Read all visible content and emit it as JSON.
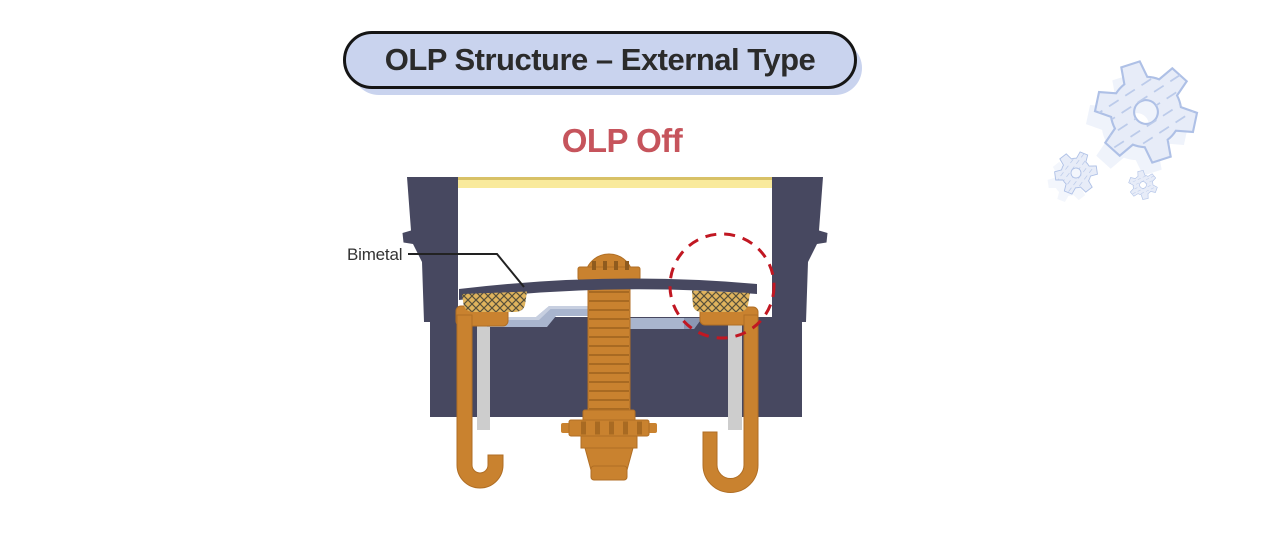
{
  "header": {
    "title": "OLP Structure – External Type"
  },
  "diagram": {
    "state_label": "OLP Off",
    "labels": {
      "bimetal": "Bimetal"
    }
  },
  "icons": {
    "decoration": "gear-icon"
  },
  "colors": {
    "housing_navy": "#474860",
    "terminal_orange": "#C9822F",
    "orange_detail": "#A86A22",
    "contact_pad_tan": "#DFB35D",
    "contact_pad_hatch": "#57503A",
    "plate_blue_gray": "#A9B5CE",
    "plate_highlight": "#C7CFE0",
    "plate_shadow": "#8B97B3",
    "lead_strip_gray": "#CDCDCD",
    "gasket_yellow": "#F9EA9C",
    "gasket_yellow_edge": "#D8C166",
    "highlight_circle_red": "#C11722",
    "title_pill_fill": "#C9D3EE",
    "title_text": "#2B2B2B",
    "subtitle_red": "#C6545C",
    "gear_fill": "#E7ECF8",
    "gear_stroke": "#AEC0E6"
  }
}
